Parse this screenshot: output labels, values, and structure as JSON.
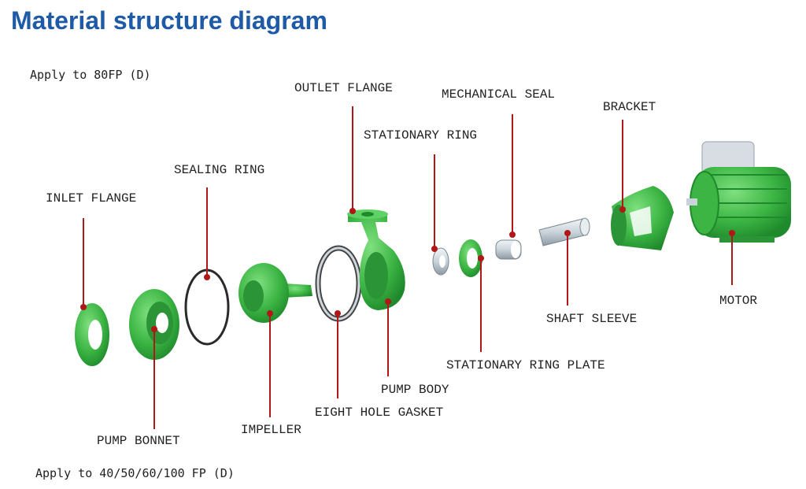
{
  "title": "Material structure diagram",
  "notes": {
    "top": "Apply to 80FP (D)",
    "bottom": "Apply to 40/50/60/100 FP (D)"
  },
  "labels": {
    "inlet_flange": "INLET FLANGE",
    "pump_bonnet": "PUMP BONNET",
    "sealing_ring": "SEALING RING",
    "impeller": "IMPELLER",
    "eight_hole_gasket": "EIGHT HOLE GASKET",
    "outlet_flange": "OUTLET FLANGE",
    "pump_body": "PUMP BODY",
    "stationary_ring": "STATIONARY RING",
    "stationary_ring_plate": "STATIONARY RING PLATE",
    "mechanical_seal": "MECHANICAL SEAL",
    "shaft_sleeve": "SHAFT SLEEVE",
    "bracket": "BRACKET",
    "motor": "MOTOR"
  },
  "colors": {
    "title": "#1f5aa6",
    "green_part": "#3cb544",
    "green_dark": "#1f8a2c",
    "metal": "#c9d3da",
    "leader": "#b01818",
    "label": "#222222"
  }
}
